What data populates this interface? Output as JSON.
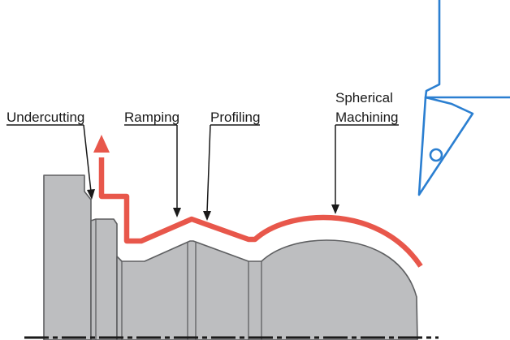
{
  "labels": {
    "undercutting": "Undercutting",
    "ramping": "Ramping",
    "profiling": "Profiling",
    "spherical_line1": "Spherical",
    "spherical_line2": "Machining"
  },
  "colors": {
    "toolpath": "#e8574b",
    "tool_outline": "#2b7fd1",
    "workpiece_fill": "#bdbec0",
    "workpiece_edge": "#5e5f61",
    "text": "#1a1a1a"
  },
  "icons": {
    "tool": "turning-insert-icon",
    "arrow": "arrow-up-icon"
  }
}
